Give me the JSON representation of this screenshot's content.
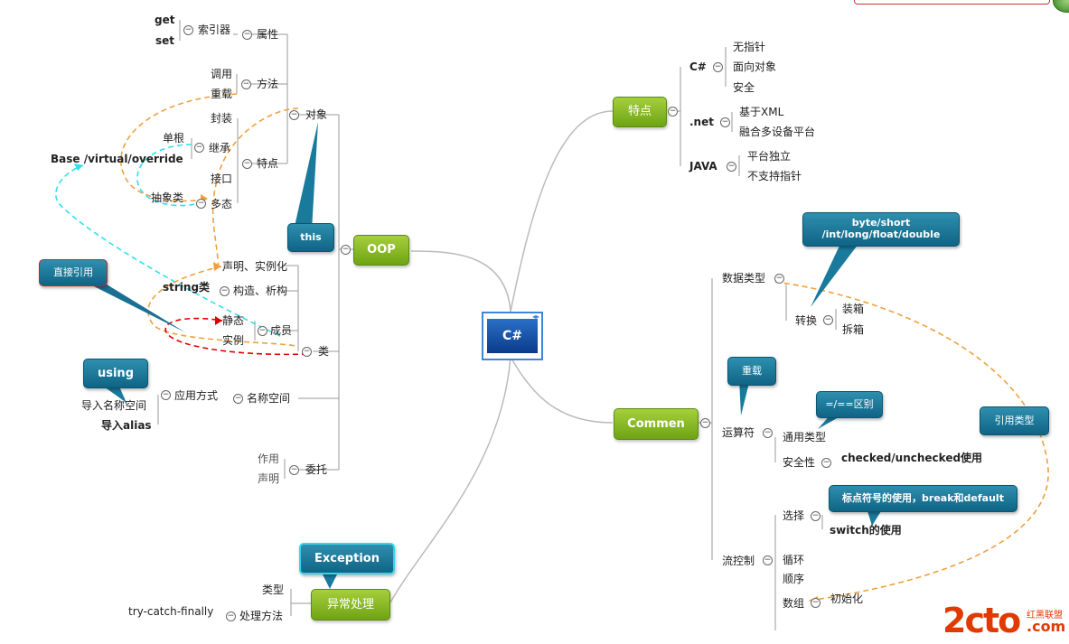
{
  "root": {
    "label": "C#"
  },
  "branches": {
    "oop": "OOP",
    "exception": "异常处理",
    "features": "特点",
    "common": "Commen"
  },
  "oop": {
    "object": "对象",
    "property": "属性",
    "indexer": "索引器",
    "get": "get",
    "set": "set",
    "method": "方法",
    "call": "调用",
    "overload": "重载",
    "traits": "特点",
    "encapsulation": "封装",
    "inheritance": "继承",
    "single_root": "单根",
    "base_virtual": "Base /virtual/override",
    "interface": "接口",
    "polymorphism": "多态",
    "abstract_class": "抽象类",
    "class": "类",
    "declare_instantiate": "声明、实例化",
    "ctor_dtor": "构造、析构",
    "string_class": "string类",
    "member": "成员",
    "static": "静态",
    "instance": "实例",
    "namespace": "名称空间",
    "apply_way": "应用方式",
    "import_ns": "导入名称空间",
    "import_alias": "导入alias",
    "delegate": "委托",
    "usage": "作用",
    "declaration": "声明"
  },
  "exception": {
    "type": "类型",
    "handle": "处理方法",
    "try_catch": "try-catch-finally"
  },
  "features": {
    "csharp": "C#",
    "no_pointer": "无指针",
    "oo": "面向对象",
    "safe": "安全",
    "net": ".net",
    "xml": "基于XML",
    "multi_device": "融合多设备平台",
    "java": "JAVA",
    "platform_indep": "平台独立",
    "no_pointer2": "不支持指针"
  },
  "common": {
    "data_type": "数据类型",
    "convert": "转换",
    "boxing": "装箱",
    "unboxing": "拆箱",
    "operator": "运算符",
    "generic_type": "通用类型",
    "safety": "安全性",
    "checked": "checked/unchecked使用",
    "flow": "流控制",
    "select": "选择",
    "switch_use": "switch的使用",
    "loop": "循环",
    "sequence": "顺序",
    "array": "数组",
    "init": "初始化"
  },
  "callouts": {
    "this": "this",
    "direct_ref": "直接引用",
    "using": "using",
    "exception": "Exception",
    "byte_types": "byte/short /int/long/float/double",
    "overload": "重载",
    "eq": "=/==区别",
    "ref_type": "引用类型",
    "punct": "标点符号的使用，break和default"
  },
  "watermark": {
    "main": "2cto",
    "sub": "红黑联盟",
    "dom": ".com"
  }
}
